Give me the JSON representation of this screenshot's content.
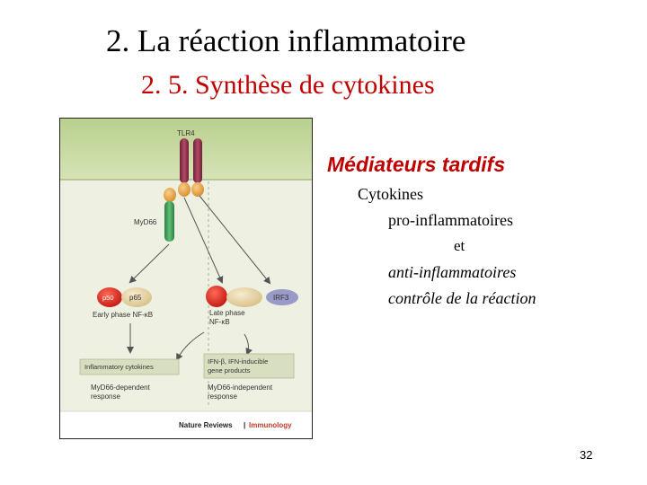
{
  "slide": {
    "title": "2. La réaction inflammatoire",
    "subtitle": "2. 5. Synthèse de cytokines",
    "page_number": "32"
  },
  "side": {
    "heading": "Médiateurs tardifs",
    "line1": "Cytokines",
    "line2": "pro-inflammatoires",
    "line3": "et",
    "line4": "anti-inflammatoires",
    "line5": "contrôle de la réaction"
  },
  "figure": {
    "receptor": "TLR4",
    "adaptor": "MyD66",
    "p50": "p50",
    "p65": "p65",
    "irf3": "IRF3",
    "early_phase": [
      "Early phase NF-κB"
    ],
    "late_phase": [
      "Late phase",
      "NF-κB"
    ],
    "box_left": "Inflammatory cytokines",
    "box_right": [
      "IFN-β, IFN-inducible",
      "gene products"
    ],
    "dep_left": [
      "MyD66-dependent",
      "response"
    ],
    "dep_right": [
      "MyD66-independent",
      "response"
    ],
    "footer_publisher": "Nature Reviews",
    "footer_separator": "|",
    "footer_journal": "Immunology"
  },
  "colors": {
    "title": "#000000",
    "subtitle": "#c00000",
    "heading": "#c00000",
    "membrane_top": "#c8d9a6",
    "cytoplasm": "#eef1e2",
    "receptor": "#8c2f46",
    "myd": "#3e9a54",
    "red_node": "#d9241c",
    "tan_node": "#e8d4a6",
    "irf3": "#9a9ac8",
    "orange_node": "#e9a54a"
  }
}
